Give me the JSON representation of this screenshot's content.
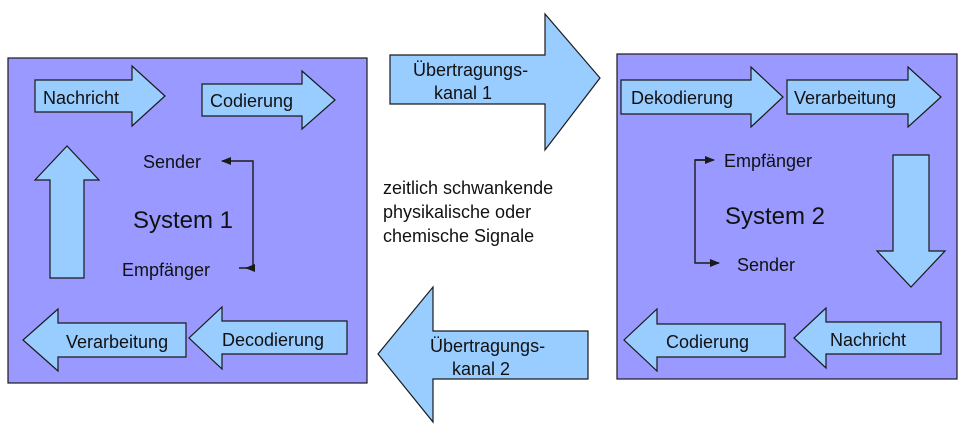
{
  "colors": {
    "system_fill": "#9999ff",
    "arrow_fill": "#99ccff",
    "system_label": "#ff0000",
    "text": "#111111"
  },
  "system1": {
    "title": "System 1",
    "top_arrow_1": "Nachricht",
    "top_arrow_2": "Codierung",
    "sender": "Sender",
    "receiver": "Empfänger",
    "bottom_arrow_1": "Verarbeitung",
    "bottom_arrow_2": "Decodierung"
  },
  "system2": {
    "title": "System 2",
    "top_arrow_1": "Dekodierung",
    "top_arrow_2": "Verarbeitung",
    "receiver": "Empfänger",
    "sender": "Sender",
    "bottom_arrow_1": "Codierung",
    "bottom_arrow_2": "Nachricht"
  },
  "channel1": {
    "line1": "Übertragungs-",
    "line2": "kanal 1"
  },
  "channel2": {
    "line1": "Übertragungs-",
    "line2": "kanal 2"
  },
  "middle_text": {
    "line1": "zeitlich schwankende",
    "line2": "physikalische oder",
    "line3": "chemische Signale"
  }
}
